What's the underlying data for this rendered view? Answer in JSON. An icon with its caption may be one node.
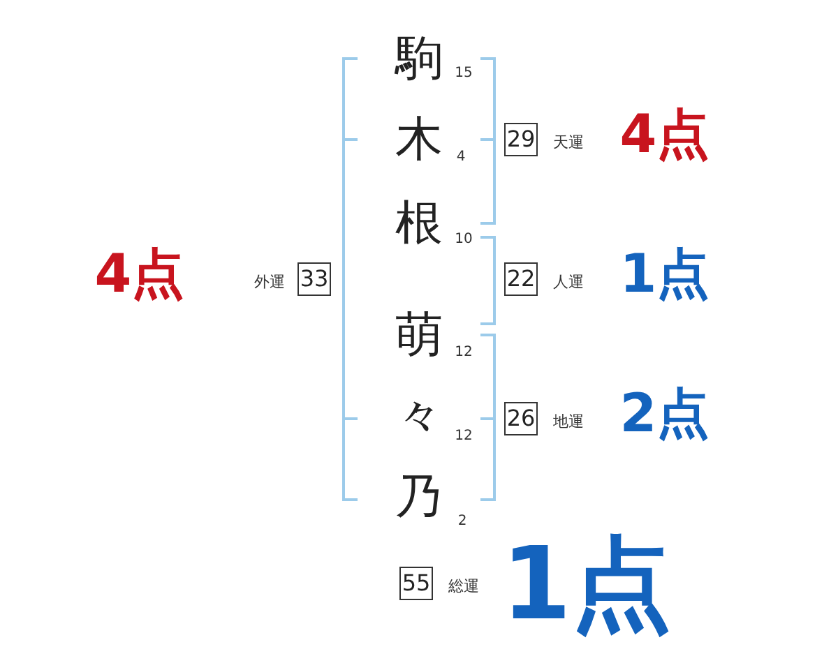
{
  "diagram": {
    "nodes": [
      {
        "text": [
          "29"
        ],
        "beside": [
          "天運"
        ]
      },
      {
        "text": [
          "33"
        ],
        "beside": [
          "外運"
        ]
      },
      {
        "text": [
          "22"
        ],
        "beside": [
          "人運"
        ]
      },
      {
        "text": [
          "26"
        ],
        "beside": [
          "地運"
        ]
      },
      {
        "text": [
          "55"
        ],
        "beside": [
          "総運"
        ]
      }
    ],
    "labels": [
      "駒",
      "15",
      "木",
      "4",
      "4点",
      "根",
      "10",
      "4点",
      "1点",
      "萌",
      "12",
      "々",
      "12",
      "2点",
      "乃",
      "2",
      "1点"
    ]
  }
}
